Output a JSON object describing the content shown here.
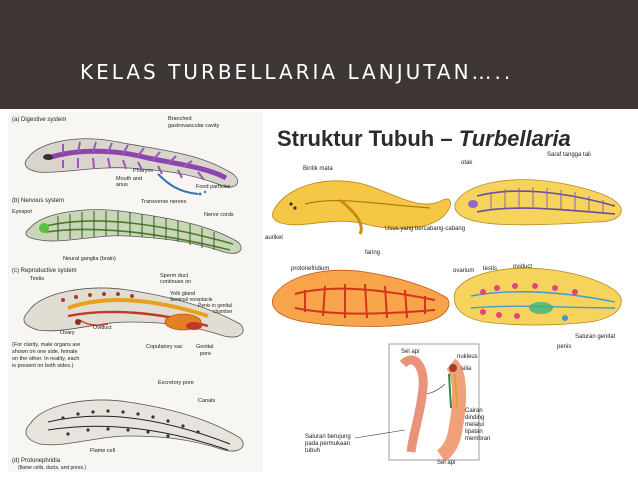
{
  "slide": {
    "title": "KELAS TURBELLARIA LANJUTAN….."
  },
  "left_figure": {
    "sections": {
      "digestive": "(a) Digestive system",
      "nervous": "(b) Nervous system",
      "reproductive": "(c) Reproductive system",
      "protonephridia": "(d) Protonephridia"
    },
    "labels": {
      "branched": "Branched",
      "gastrovascular": "gastrovascular cavity",
      "pharynx": "Pharynx",
      "mouth": "Mouth and",
      "anus": "anus",
      "food": "Food particles",
      "eyespot": "Eyespot",
      "transverse": "Transverse nerves",
      "nerve_cords": "Nerve cords",
      "ganglia": "Neural ganglia (brain)",
      "testis": "Testis",
      "sperm_duct": "Sperm duct",
      "continues": "continues on",
      "yolk": "Yolk gland",
      "seminal": "Seminal receptacle",
      "penis_genital": "Penis in genital",
      "chamber": "chamber",
      "ovary": "Ovary",
      "oviduct": "Oviduct",
      "copulatory": "Copulatory sac",
      "gonital": "Gonital",
      "pore": "pore",
      "clarity1": "(For clarity, male organs are",
      "clarity2": "shown on one side, female",
      "clarity3": "on the other. In reality, each",
      "clarity4": "is present on both sides.)",
      "excretory": "Excretory pore",
      "canals": "Canals",
      "flame": "Flame cell",
      "protonephridia_note": "(flame cells, ducts, and pores.)"
    }
  },
  "right_figure": {
    "heading_plain": "Struktur Tubuh – ",
    "heading_italic": "Turbellaria",
    "labels": {
      "bintik_mata": "Bintik mata",
      "aurikel": "aurikel",
      "usus": "Usus yang bercabang-cabang",
      "faring": "faring",
      "otak": "otak",
      "saraf": "Saraf tangga tali",
      "protonefridium": "protonefridium",
      "ovarium": "ovarium",
      "testis": "testis",
      "oviduct": "oviduct",
      "saluran_genital": "Saluran genital",
      "penis": "penis",
      "sel_api": "Sel api",
      "nukleus": "nukleus",
      "silia": "silia",
      "cairan": "Cairan",
      "dinding": "dinding",
      "melalui": "melalui",
      "lipatan": "lipatan",
      "membran": "membran",
      "saluran1": "Saluran berujung",
      "saluran2": "pada permukaan",
      "saluran3": "tubuh",
      "sel_api_bottom": "Sel api"
    }
  }
}
